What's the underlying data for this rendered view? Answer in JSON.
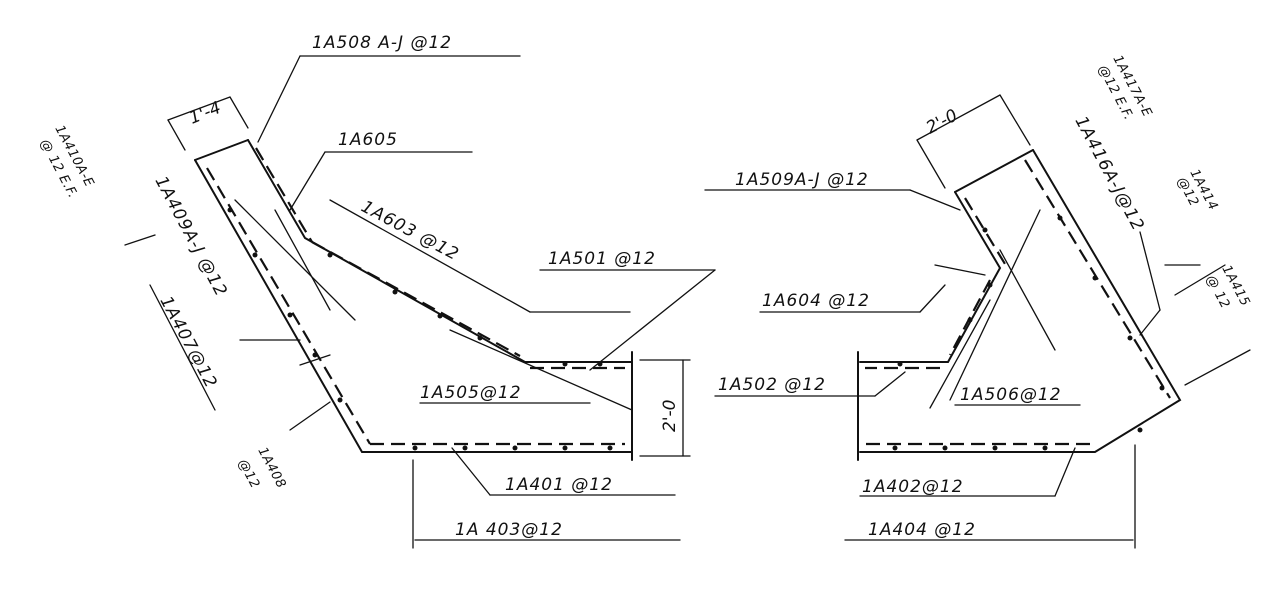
{
  "labels": {
    "a508": "1A508 A-J @12",
    "a605": "1A605",
    "a603": "1A603 @12",
    "a501": "1A501 @12",
    "a505": "1A505@12",
    "a401": "1A401 @12",
    "a403": "1A 403@12",
    "a410": "1A410A-E",
    "a410b": "@ 12 E.F.",
    "a409": "1A409A-J @12",
    "a407": "1A407@12",
    "a408": "1A408",
    "a408b": "@12",
    "a509": "1A509A-J @12",
    "a604": "1A604 @12",
    "a502": "1A502 @12",
    "a506": "1A506@12",
    "a402": "1A402@12",
    "a404": "1A404 @12",
    "a417": "1A417A-E",
    "a417b": "@12 E.F.",
    "a416": "1A416A-J@12",
    "a414": "1A414",
    "a414b": "@12",
    "a415": "1A415",
    "a415b": "@ 12"
  },
  "dimensions": {
    "left_wall": "1'-4",
    "right_wall": "2'-0",
    "slab": "2'-0"
  }
}
